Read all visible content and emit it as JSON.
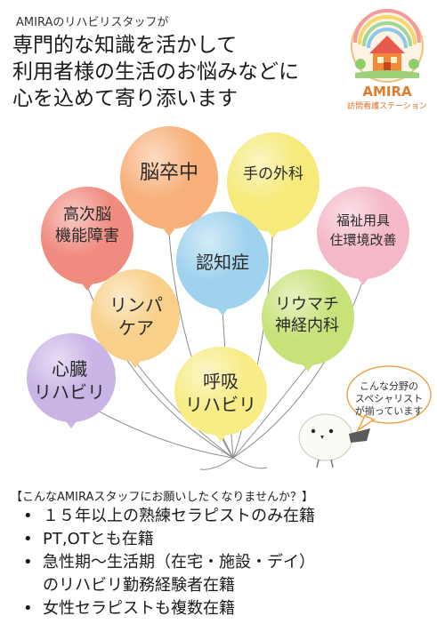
{
  "header": {
    "intro": "AMIRAのリハビリスタッフが",
    "headline": [
      "専門的な知識を活かして",
      "利用者様の生活のお悩みなどに",
      "心を込めて寄り添います"
    ]
  },
  "logo": {
    "name": "AMIRA",
    "subtitle": "訪問看護ステーション"
  },
  "balloons": [
    {
      "id": "noso",
      "lines": [
        "脳卒中"
      ],
      "color": "#f7b07a"
    },
    {
      "id": "te",
      "lines": [
        "手の外科"
      ],
      "color": "#f5ea7a"
    },
    {
      "id": "koji",
      "lines": [
        "高次脳",
        "機能障害"
      ],
      "color": "#f08b80"
    },
    {
      "id": "fukushi",
      "lines": [
        "福祉用具",
        "住環境改善"
      ],
      "color": "#f4b8c8"
    },
    {
      "id": "ninchi",
      "lines": [
        "認知症"
      ],
      "color": "#9fd2ee"
    },
    {
      "id": "rinpa",
      "lines": [
        "リンパ",
        "ケア"
      ],
      "color": "#f8d08a"
    },
    {
      "id": "riumachi",
      "lines": [
        "リウマチ",
        "神経内科"
      ],
      "color": "#c8e27a"
    },
    {
      "id": "shinzo",
      "lines": [
        "心臓",
        "リハビリ"
      ],
      "color": "#c9b4e6"
    },
    {
      "id": "kokyu",
      "lines": [
        "呼吸",
        "リハビリ"
      ],
      "color": "#f7ec86"
    }
  ],
  "speech_bubble": [
    "こんな分野の",
    "スペシャリスト",
    "が揃っています"
  ],
  "question": "【こんなAMIRAスタッフにお願いしたくなりませんか？】",
  "points": [
    [
      "１５年以上の熟練セラピストのみ在籍"
    ],
    [
      "PT,OTとも在籍"
    ],
    [
      "急性期～生活期（在宅・施設・デイ）",
      "のリハビリ勤務経験者在籍"
    ],
    [
      "女性セラピストも複数在籍"
    ]
  ]
}
